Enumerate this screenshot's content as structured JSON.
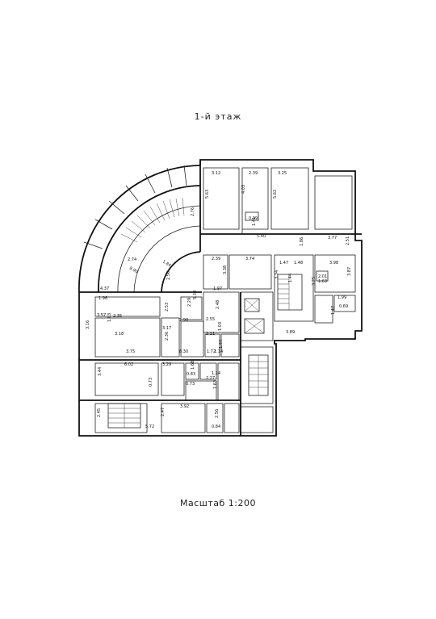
{
  "floor_title": "1-й этаж",
  "scale_label": "Масштаб 1:200",
  "dimensions": [
    {
      "id": "d01",
      "text": "3.12"
    },
    {
      "id": "d02",
      "text": "2.39"
    },
    {
      "id": "d03",
      "text": "3.25"
    },
    {
      "id": "d04",
      "text": "5.63"
    },
    {
      "id": "d05",
      "text": "4.03"
    },
    {
      "id": "d06",
      "text": "5.62"
    },
    {
      "id": "d07",
      "text": "2.76"
    },
    {
      "id": "d08",
      "text": "1.41"
    },
    {
      "id": "d09",
      "text": "0.39"
    },
    {
      "id": "d10",
      "text": "5.40"
    },
    {
      "id": "d11",
      "text": "3.77"
    },
    {
      "id": "d12",
      "text": "2.51"
    },
    {
      "id": "d13",
      "text": "1.86"
    },
    {
      "id": "d14",
      "text": "2.74"
    },
    {
      "id": "d15",
      "text": "8.90"
    },
    {
      "id": "d16",
      "text": "1.84"
    },
    {
      "id": "d17",
      "text": "2.39"
    },
    {
      "id": "d18",
      "text": "3.74"
    },
    {
      "id": "d19",
      "text": "1.47"
    },
    {
      "id": "d20",
      "text": "1.48"
    },
    {
      "id": "d21",
      "text": "3.98"
    },
    {
      "id": "d22",
      "text": "2.01"
    },
    {
      "id": "d23",
      "text": "1.63"
    },
    {
      "id": "d24",
      "text": "3.87"
    },
    {
      "id": "d25",
      "text": "2.56"
    },
    {
      "id": "d26",
      "text": "5.38"
    },
    {
      "id": "d27",
      "text": "3.38"
    },
    {
      "id": "d28",
      "text": "3.34"
    },
    {
      "id": "d29",
      "text": "1.97"
    },
    {
      "id": "d30",
      "text": "1.44"
    },
    {
      "id": "d31",
      "text": "4.37"
    },
    {
      "id": "d32",
      "text": "1.96"
    },
    {
      "id": "d33",
      "text": "2.53"
    },
    {
      "id": "d34",
      "text": "2.29"
    },
    {
      "id": "d35",
      "text": "2.48"
    },
    {
      "id": "d36",
      "text": "3.25"
    },
    {
      "id": "d37",
      "text": "1.99"
    },
    {
      "id": "d38",
      "text": "0.69"
    },
    {
      "id": "d39",
      "text": "1.47"
    },
    {
      "id": "d40",
      "text": "3.57"
    },
    {
      "id": "d41",
      "text": "2.35"
    },
    {
      "id": "d42",
      "text": "1.90"
    },
    {
      "id": "d43",
      "text": "2.55"
    },
    {
      "id": "d44",
      "text": "3.89"
    },
    {
      "id": "d45",
      "text": "1.63"
    },
    {
      "id": "d46",
      "text": "3.18"
    },
    {
      "id": "d47",
      "text": "3.17"
    },
    {
      "id": "d48",
      "text": "2.11"
    },
    {
      "id": "d49",
      "text": "1.44"
    },
    {
      "id": "d50",
      "text": "1.03"
    },
    {
      "id": "d51",
      "text": "3.75"
    },
    {
      "id": "d52",
      "text": "2.36"
    },
    {
      "id": "d53",
      "text": "8.30"
    },
    {
      "id": "d54",
      "text": "1.72"
    },
    {
      "id": "d55",
      "text": "1.14"
    },
    {
      "id": "d56",
      "text": "6.02"
    },
    {
      "id": "d57",
      "text": "3.29"
    },
    {
      "id": "d58",
      "text": "3.44"
    },
    {
      "id": "d59",
      "text": "0.83"
    },
    {
      "id": "d60",
      "text": "1.14"
    },
    {
      "id": "d61",
      "text": "2.27"
    },
    {
      "id": "d62",
      "text": "0.73"
    },
    {
      "id": "d63",
      "text": "1.63"
    },
    {
      "id": "d64",
      "text": "0.73"
    },
    {
      "id": "d65",
      "text": "3.92"
    },
    {
      "id": "d66",
      "text": "2.45"
    },
    {
      "id": "d67",
      "text": "2.47"
    },
    {
      "id": "d68",
      "text": "2.56"
    },
    {
      "id": "d69",
      "text": "5.72"
    },
    {
      "id": "d70",
      "text": "0.84"
    },
    {
      "id": "d71",
      "text": "3.16"
    },
    {
      "id": "d72",
      "text": "1.68"
    }
  ]
}
